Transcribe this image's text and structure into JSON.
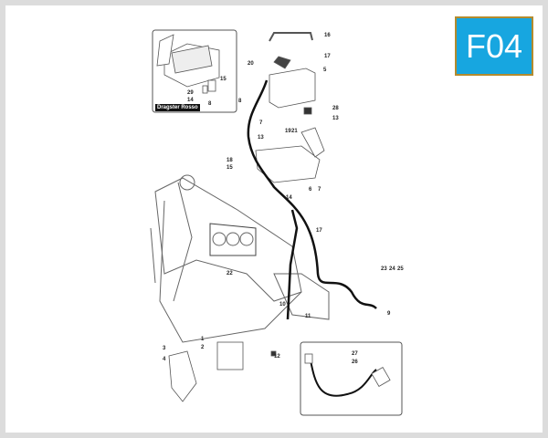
{
  "badge": {
    "code": "F04",
    "background": "#17a6e0",
    "border": "#b38b2e"
  },
  "inset_top": {
    "title": "Dragster Rosso"
  },
  "callouts": [
    {
      "n": "16"
    },
    {
      "n": "17"
    },
    {
      "n": "20"
    },
    {
      "n": "5"
    },
    {
      "n": "15"
    },
    {
      "n": "29"
    },
    {
      "n": "14"
    },
    {
      "n": "8"
    },
    {
      "n": "8"
    },
    {
      "n": "28"
    },
    {
      "n": "13"
    },
    {
      "n": "7"
    },
    {
      "n": "19"
    },
    {
      "n": "21"
    },
    {
      "n": "13"
    },
    {
      "n": "18"
    },
    {
      "n": "15"
    },
    {
      "n": "6"
    },
    {
      "n": "7"
    },
    {
      "n": "14"
    },
    {
      "n": "17"
    },
    {
      "n": "23"
    },
    {
      "n": "24"
    },
    {
      "n": "25"
    },
    {
      "n": "22"
    },
    {
      "n": "9"
    },
    {
      "n": "10"
    },
    {
      "n": "11"
    },
    {
      "n": "12"
    },
    {
      "n": "1"
    },
    {
      "n": "2"
    },
    {
      "n": "3"
    },
    {
      "n": "4"
    },
    {
      "n": "27"
    },
    {
      "n": "26"
    }
  ]
}
